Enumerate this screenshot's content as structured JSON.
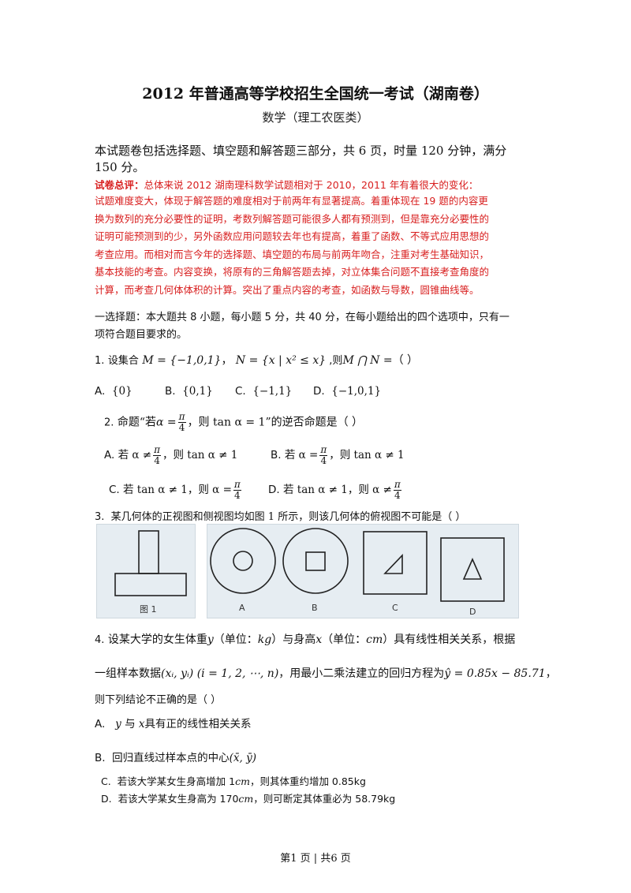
{
  "header": {
    "title": "2012 年普通高等学校招生全国统一考试（湖南卷）",
    "subtitle": "数学（理工农医类）"
  },
  "intro": {
    "line1": "本试题卷包括选择题、填空题和解答题三部分，共 6 页，时量 120 分钟，满分",
    "line2": "150 分。"
  },
  "summary": {
    "label": "试卷总评：",
    "lines": [
      "总体来说 2012 湖南理科数学试题相对于 2010，2011 年有着很大的变化：",
      "试题难度变大，体现于解答题的难度相对于前两年有显著提高。着重体现在 19 题的内容更",
      "换为数列的充分必要性的证明，考数列解答题可能很多人都有预测到，但是靠充分必要性的",
      "证明可能预测到的少，另外函数应用问题较去年也有提高，着重了函数、不等式应用思想的",
      "考查应用。而相对而言今年的选择题、填空题的布局与前两年吻合，注重对考生基础知识，",
      "基本技能的考查。内容变换，将原有的三角解答题去掉，对立体集合问题不直接考查角度的",
      "计算，而考查几何体体积的计算。突出了重点内容的考查，如函数与导数，圆锥曲线等。"
    ]
  },
  "section1": {
    "line1": "一选择题：本大题共 8 小题，每小题 5 分，共 40 分，在每小题给出的四个选项中，只有一",
    "line2": "项符合题目要求的。"
  },
  "q1": {
    "num": "1.",
    "stem_a": "设集合",
    "set_m": "M = {−1,0,1}",
    "sep": "，",
    "set_n": "N = {x | x² ≤ x}",
    "stem_b": " ,则",
    "expr": "M ⋂ N =",
    "paren": "（        ）",
    "options": [
      {
        "label": "A.",
        "value": "{0}"
      },
      {
        "label": "B.",
        "value": "{0,1}"
      },
      {
        "label": "C.",
        "value": "{−1,1}"
      },
      {
        "label": "D.",
        "value": "{−1,0,1}"
      }
    ]
  },
  "q2": {
    "num": "2.",
    "stem_a": "命题“若",
    "alpha_eq": "α =",
    "pi": "π",
    "four": "4",
    "stem_b": "，则 tan α = 1”的逆否命题是（        ）",
    "optA_label": "A.",
    "optA_a": "若 α ≠",
    "optA_b": "，则 tan α ≠ 1",
    "optB_label": "B.",
    "optB_a": "若 α =",
    "optB_b": "，则 tan α ≠ 1",
    "optC_label": "C.",
    "optC_a": "若 tan α ≠ 1，则 α =",
    "optD_label": "D.",
    "optD_a": "若 tan α ≠ 1，则 α ≠"
  },
  "q3": {
    "num": "3.",
    "stem": "某几何体的正视图和侧视图均如图 1 所示，则该几何体的俯视图不可能是（        ）",
    "fig1_caption": "图 1",
    "captions": [
      "A",
      "B",
      "C",
      "D"
    ]
  },
  "q4": {
    "num": "4.",
    "stem1_a": "设某大学的女生体重",
    "var_y": "y",
    "stem1_b": "（单位：",
    "unit_kg": "kg",
    "stem1_c": "）与身高",
    "var_x": "x",
    "stem1_d": "（单位：",
    "unit_cm": "cm",
    "stem1_e": "）具有线性相关关系，根据",
    "stem2_a": "一组样本数据",
    "sample": "(xᵢ, yᵢ)  (i = 1, 2, ⋯, n)",
    "stem2_b": "，用最小二乘法建立的回归方程为",
    "equation": "ŷ = 0.85x − 85.71",
    "stem2_c": "，",
    "stem3": "则下列结论不正确的是（        ）",
    "optA_label": "A.",
    "optA_y": "y",
    "optA_mid": "与",
    "optA_x": "x",
    "optA_rest": "具有正的线性相关关系",
    "optB_label": "B.",
    "optB_text": "回归直线过样本点的中心",
    "optB_center": "(x̄, ȳ)",
    "optC_label": "C.",
    "optC_a": "若该大学某女生身高增加 1",
    "optC_unit": "cm",
    "optC_b": "，则其体重约增加 0.85kg",
    "optD_label": "D.",
    "optD_a": "若该大学某女生身高为 170",
    "optD_unit": "cm",
    "optD_b": "，则可断定其体重必为 58.79kg"
  },
  "footer": {
    "page": "第1 页  |  共6 页"
  }
}
